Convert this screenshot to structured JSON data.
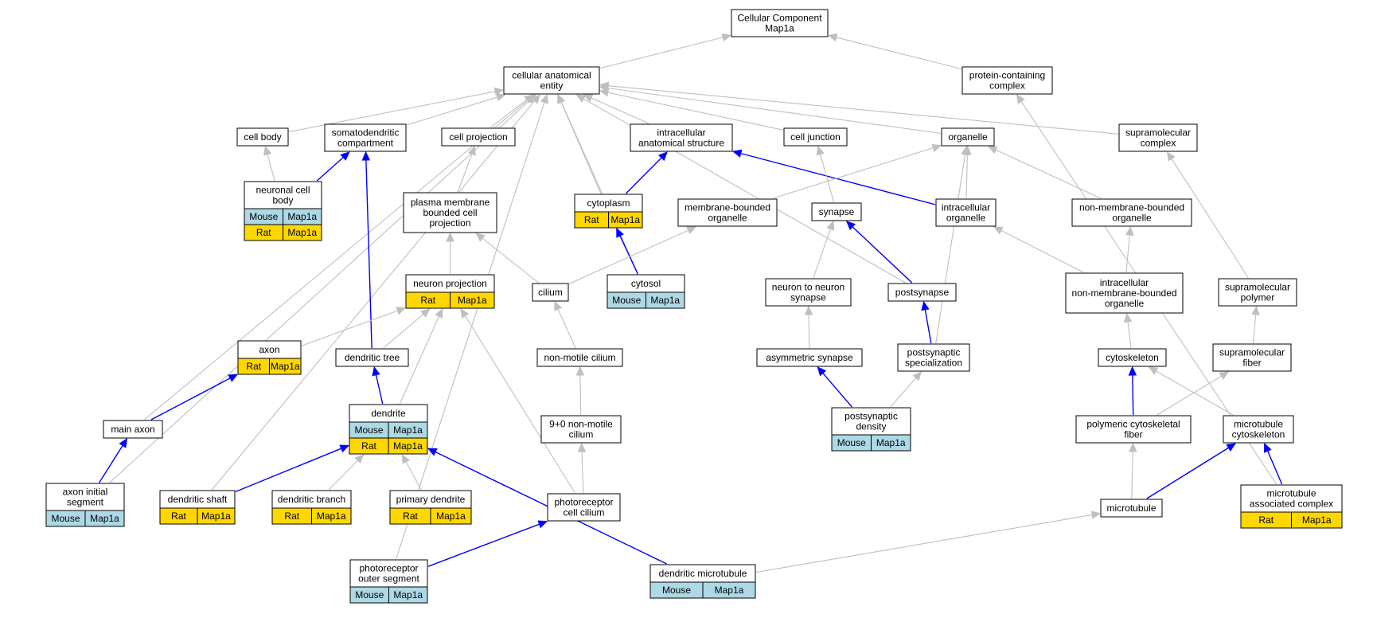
{
  "colors": {
    "background": "#ffffff",
    "node_border": "#000000",
    "edge_gray": "#bfbfbf",
    "edge_blue": "#0000ff",
    "mouse_fill": "#add8e6",
    "rat_fill": "#ffd700"
  },
  "nodes": [
    {
      "id": "cc",
      "lines": [
        "Cellular Component",
        "Map1a"
      ],
      "annotations": []
    },
    {
      "id": "cae",
      "lines": [
        "cellular anatomical",
        "entity"
      ],
      "annotations": []
    },
    {
      "id": "pcc",
      "lines": [
        "protein-containing",
        "complex"
      ],
      "annotations": []
    },
    {
      "id": "cellbody",
      "lines": [
        "cell body"
      ],
      "annotations": []
    },
    {
      "id": "somato",
      "lines": [
        "somatodendritic",
        "compartment"
      ],
      "annotations": []
    },
    {
      "id": "cellproj",
      "lines": [
        "cell projection"
      ],
      "annotations": []
    },
    {
      "id": "ias",
      "lines": [
        "intracellular",
        "anatomical structure"
      ],
      "annotations": []
    },
    {
      "id": "celljunc",
      "lines": [
        "cell junction"
      ],
      "annotations": []
    },
    {
      "id": "organelle",
      "lines": [
        "organelle"
      ],
      "annotations": []
    },
    {
      "id": "supcomplex",
      "lines": [
        "supramolecular",
        "complex"
      ],
      "annotations": []
    },
    {
      "id": "ncb",
      "lines": [
        "neuronal cell",
        "body"
      ],
      "annotations": [
        {
          "species": "Mouse",
          "gene": "Map1a"
        },
        {
          "species": "Rat",
          "gene": "Map1a"
        }
      ]
    },
    {
      "id": "pmbcp",
      "lines": [
        "plasma membrane",
        "bounded cell",
        "projection"
      ],
      "annotations": []
    },
    {
      "id": "cytoplasm",
      "lines": [
        "cytoplasm"
      ],
      "annotations": [
        {
          "species": "Rat",
          "gene": "Map1a"
        }
      ]
    },
    {
      "id": "mbo",
      "lines": [
        "membrane-bounded",
        "organelle"
      ],
      "annotations": []
    },
    {
      "id": "synapse",
      "lines": [
        "synapse"
      ],
      "annotations": []
    },
    {
      "id": "intorg",
      "lines": [
        "intracellular",
        "organelle"
      ],
      "annotations": []
    },
    {
      "id": "nmbo",
      "lines": [
        "non-membrane-bounded",
        "organelle"
      ],
      "annotations": []
    },
    {
      "id": "neuproj",
      "lines": [
        "neuron projection"
      ],
      "annotations": [
        {
          "species": "Rat",
          "gene": "Map1a"
        }
      ]
    },
    {
      "id": "cilium",
      "lines": [
        "cilium"
      ],
      "annotations": []
    },
    {
      "id": "cytosol",
      "lines": [
        "cytosol"
      ],
      "annotations": [
        {
          "species": "Mouse",
          "gene": "Map1a"
        }
      ]
    },
    {
      "id": "n2n",
      "lines": [
        "neuron to neuron",
        "synapse"
      ],
      "annotations": []
    },
    {
      "id": "postsyn",
      "lines": [
        "postsynapse"
      ],
      "annotations": []
    },
    {
      "id": "inmbo",
      "lines": [
        "intracellular",
        "non-membrane-bounded",
        "organelle"
      ],
      "annotations": []
    },
    {
      "id": "suppoly",
      "lines": [
        "supramolecular",
        "polymer"
      ],
      "annotations": []
    },
    {
      "id": "axon",
      "lines": [
        "axon"
      ],
      "annotations": [
        {
          "species": "Rat",
          "gene": "Map1a"
        }
      ]
    },
    {
      "id": "dendtree",
      "lines": [
        "dendritic tree"
      ],
      "annotations": []
    },
    {
      "id": "nmcilium",
      "lines": [
        "non-motile cilium"
      ],
      "annotations": []
    },
    {
      "id": "asynapse",
      "lines": [
        "asymmetric synapse"
      ],
      "annotations": []
    },
    {
      "id": "postspec",
      "lines": [
        "postsynaptic",
        "specialization"
      ],
      "annotations": []
    },
    {
      "id": "cytoskel",
      "lines": [
        "cytoskeleton"
      ],
      "annotations": []
    },
    {
      "id": "supfiber",
      "lines": [
        "supramolecular",
        "fiber"
      ],
      "annotations": []
    },
    {
      "id": "dendrite",
      "lines": [
        "dendrite"
      ],
      "annotations": [
        {
          "species": "Mouse",
          "gene": "Map1a"
        },
        {
          "species": "Rat",
          "gene": "Map1a"
        }
      ]
    },
    {
      "id": "mainaxon",
      "lines": [
        "main axon"
      ],
      "annotations": []
    },
    {
      "id": "ninecilium",
      "lines": [
        "9+0 non-motile",
        "cilium"
      ],
      "annotations": []
    },
    {
      "id": "psd",
      "lines": [
        "postsynaptic",
        "density"
      ],
      "annotations": [
        {
          "species": "Mouse",
          "gene": "Map1a"
        }
      ]
    },
    {
      "id": "pcf",
      "lines": [
        "polymeric cytoskeletal",
        "fiber"
      ],
      "annotations": []
    },
    {
      "id": "mtcyto",
      "lines": [
        "microtubule",
        "cytoskeleton"
      ],
      "annotations": []
    },
    {
      "id": "ais",
      "lines": [
        "axon initial",
        "segment"
      ],
      "annotations": [
        {
          "species": "Mouse",
          "gene": "Map1a"
        }
      ]
    },
    {
      "id": "dshaft",
      "lines": [
        "dendritic shaft"
      ],
      "annotations": [
        {
          "species": "Rat",
          "gene": "Map1a"
        }
      ]
    },
    {
      "id": "dbranch",
      "lines": [
        "dendritic branch"
      ],
      "annotations": [
        {
          "species": "Rat",
          "gene": "Map1a"
        }
      ]
    },
    {
      "id": "pdend",
      "lines": [
        "primary dendrite"
      ],
      "annotations": [
        {
          "species": "Rat",
          "gene": "Map1a"
        }
      ]
    },
    {
      "id": "prcc",
      "lines": [
        "photoreceptor",
        "cell cilium"
      ],
      "annotations": []
    },
    {
      "id": "mt",
      "lines": [
        "microtubule"
      ],
      "annotations": []
    },
    {
      "id": "mtac",
      "lines": [
        "microtubule",
        "associated complex"
      ],
      "annotations": [
        {
          "species": "Rat",
          "gene": "Map1a"
        }
      ]
    },
    {
      "id": "pros",
      "lines": [
        "photoreceptor",
        "outer segment"
      ],
      "annotations": [
        {
          "species": "Mouse",
          "gene": "Map1a"
        }
      ]
    },
    {
      "id": "dmt",
      "lines": [
        "dendritic microtubule"
      ],
      "annotations": [
        {
          "species": "Mouse",
          "gene": "Map1a"
        }
      ]
    }
  ],
  "edges": [
    {
      "from": "cae",
      "to": "cc",
      "kind": "is_a"
    },
    {
      "from": "pcc",
      "to": "cc",
      "kind": "is_a"
    },
    {
      "from": "cellbody",
      "to": "cae",
      "kind": "is_a"
    },
    {
      "from": "somato",
      "to": "cae",
      "kind": "is_a"
    },
    {
      "from": "cellproj",
      "to": "cae",
      "kind": "is_a"
    },
    {
      "from": "ias",
      "to": "cae",
      "kind": "is_a"
    },
    {
      "from": "celljunc",
      "to": "cae",
      "kind": "is_a"
    },
    {
      "from": "organelle",
      "to": "cae",
      "kind": "is_a"
    },
    {
      "from": "supcomplex",
      "to": "cae",
      "kind": "is_a"
    },
    {
      "from": "cytoplasm",
      "to": "cae",
      "kind": "is_a"
    },
    {
      "from": "cytosol",
      "to": "cae",
      "kind": "is_a"
    },
    {
      "from": "dshaft",
      "to": "cae",
      "kind": "is_a"
    },
    {
      "from": "mainaxon",
      "to": "cae",
      "kind": "is_a"
    },
    {
      "from": "ais",
      "to": "cae",
      "kind": "is_a"
    },
    {
      "from": "pros",
      "to": "cae",
      "kind": "is_a"
    },
    {
      "from": "postsyn",
      "to": "cae",
      "kind": "is_a"
    },
    {
      "from": "ncb",
      "to": "cellbody",
      "kind": "is_a"
    },
    {
      "from": "ncb",
      "to": "somato",
      "kind": "part_of"
    },
    {
      "from": "dendtree",
      "to": "somato",
      "kind": "part_of"
    },
    {
      "from": "pmbcp",
      "to": "cellproj",
      "kind": "is_a"
    },
    {
      "from": "cytoplasm",
      "to": "ias",
      "kind": "part_of"
    },
    {
      "from": "intorg",
      "to": "ias",
      "kind": "part_of"
    },
    {
      "from": "synapse",
      "to": "celljunc",
      "kind": "is_a"
    },
    {
      "from": "mbo",
      "to": "organelle",
      "kind": "is_a"
    },
    {
      "from": "intorg",
      "to": "organelle",
      "kind": "is_a"
    },
    {
      "from": "nmbo",
      "to": "organelle",
      "kind": "is_a"
    },
    {
      "from": "postspec",
      "to": "organelle",
      "kind": "is_a"
    },
    {
      "from": "suppoly",
      "to": "supcomplex",
      "kind": "is_a"
    },
    {
      "from": "cytosol",
      "to": "cytoplasm",
      "kind": "part_of"
    },
    {
      "from": "neuproj",
      "to": "pmbcp",
      "kind": "is_a"
    },
    {
      "from": "cilium",
      "to": "pmbcp",
      "kind": "is_a"
    },
    {
      "from": "cilium",
      "to": "mbo",
      "kind": "is_a"
    },
    {
      "from": "n2n",
      "to": "synapse",
      "kind": "is_a"
    },
    {
      "from": "postsyn",
      "to": "synapse",
      "kind": "part_of"
    },
    {
      "from": "inmbo",
      "to": "intorg",
      "kind": "is_a"
    },
    {
      "from": "inmbo",
      "to": "nmbo",
      "kind": "is_a"
    },
    {
      "from": "axon",
      "to": "neuproj",
      "kind": "is_a"
    },
    {
      "from": "dendtree",
      "to": "neuproj",
      "kind": "is_a"
    },
    {
      "from": "dendrite",
      "to": "neuproj",
      "kind": "is_a"
    },
    {
      "from": "prcc",
      "to": "neuproj",
      "kind": "is_a"
    },
    {
      "from": "nmcilium",
      "to": "cilium",
      "kind": "is_a"
    },
    {
      "from": "asynapse",
      "to": "n2n",
      "kind": "is_a"
    },
    {
      "from": "postspec",
      "to": "postsyn",
      "kind": "part_of"
    },
    {
      "from": "cytoskel",
      "to": "inmbo",
      "kind": "is_a"
    },
    {
      "from": "supfiber",
      "to": "suppoly",
      "kind": "is_a"
    },
    {
      "from": "dendrite",
      "to": "dendtree",
      "kind": "part_of"
    },
    {
      "from": "ninecilium",
      "to": "nmcilium",
      "kind": "is_a"
    },
    {
      "from": "psd",
      "to": "asynapse",
      "kind": "part_of"
    },
    {
      "from": "psd",
      "to": "postspec",
      "kind": "is_a"
    },
    {
      "from": "pcf",
      "to": "cytoskel",
      "kind": "part_of"
    },
    {
      "from": "pcf",
      "to": "supfiber",
      "kind": "is_a"
    },
    {
      "from": "mtcyto",
      "to": "cytoskel",
      "kind": "is_a"
    },
    {
      "from": "mainaxon",
      "to": "axon",
      "kind": "part_of"
    },
    {
      "from": "ais",
      "to": "mainaxon",
      "kind": "part_of"
    },
    {
      "from": "dshaft",
      "to": "dendrite",
      "kind": "part_of"
    },
    {
      "from": "dbranch",
      "to": "dendrite",
      "kind": "is_a"
    },
    {
      "from": "pdend",
      "to": "dendrite",
      "kind": "is_a"
    },
    {
      "from": "dmt",
      "to": "dendrite",
      "kind": "part_of"
    },
    {
      "from": "prcc",
      "to": "ninecilium",
      "kind": "is_a"
    },
    {
      "from": "pros",
      "to": "prcc",
      "kind": "part_of"
    },
    {
      "from": "mt",
      "to": "pcf",
      "kind": "is_a"
    },
    {
      "from": "mt",
      "to": "mtcyto",
      "kind": "part_of"
    },
    {
      "from": "mtac",
      "to": "mtcyto",
      "kind": "part_of"
    },
    {
      "from": "mtac",
      "to": "pcc",
      "kind": "is_a"
    },
    {
      "from": "dmt",
      "to": "mt",
      "kind": "is_a"
    }
  ]
}
